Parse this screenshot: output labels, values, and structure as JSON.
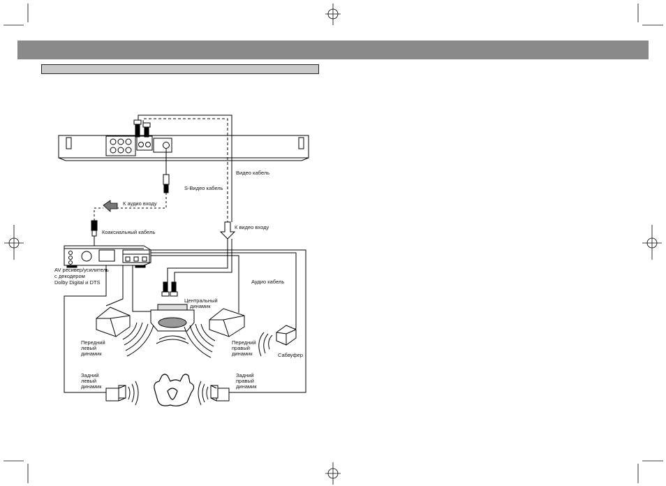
{
  "labels": {
    "video_cable": "Видео кабель",
    "svideo_cable": "S-Видео кабель",
    "to_audio_in": "К аудио входу",
    "coax_cable": "Коаксиальный кабель",
    "to_video_in": "К видео входу",
    "receiver_line1": "AV ресивер/усилитель",
    "receiver_line2": "с декодером",
    "receiver_line3": "Dolby Digital и DTS",
    "audio_cable": "Аудио кабель",
    "center_line1": "Центральный",
    "center_line2": "динамик",
    "front_left_line1": "Передний",
    "front_left_line2": "левый",
    "front_left_line3": "динамик",
    "front_right_line1": "Передний",
    "front_right_line2": "правый",
    "front_right_line3": "динамик",
    "subwoofer": "Сабвуфер",
    "rear_left_line1": "Задний",
    "rear_left_line2": "левый",
    "rear_left_line3": "динамик",
    "rear_right_line1": "Задний",
    "rear_right_line2": "правый",
    "rear_right_line3": "динамик"
  }
}
